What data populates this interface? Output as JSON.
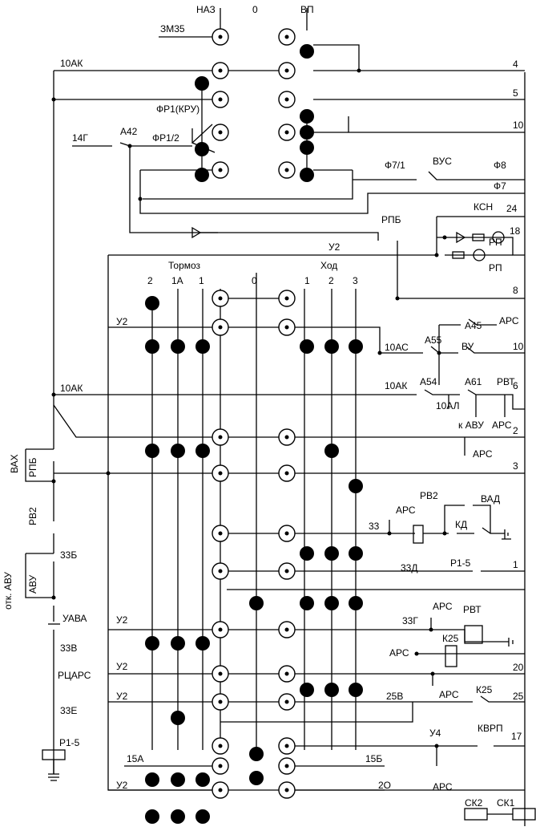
{
  "controller_top": {
    "positions": [
      "НАЗ",
      "0",
      "ВП"
    ]
  },
  "controller_bottom": {
    "groups": [
      "Тормоз",
      "Ход"
    ],
    "positions": [
      "2",
      "1А",
      "1",
      "0",
      "1",
      "2",
      "3"
    ]
  },
  "right_bus_labels": [
    "4",
    "5",
    "10",
    "Ф8",
    "Ф7",
    "24",
    "18",
    "8",
    "10",
    "6",
    "2",
    "3",
    "33",
    "1",
    "20",
    "25",
    "17"
  ],
  "left_chain_labels": [
    "ВАХ",
    "РПБ",
    "РВ2",
    "33Б",
    "отк. АВУ",
    "АВУ",
    "УАВА",
    "33В",
    "РЦАРС",
    "33Е",
    "Р1-5"
  ],
  "labels": {
    "zm35": "ЗМ35",
    "ak10_top": "10АК",
    "g14": "14Г",
    "a42": "А42",
    "fr1kru": "ФР1(КРУ)",
    "fr12": "ФР1/2",
    "f71": "Ф7/1",
    "vus": "ВУС",
    "ksn": "КСН",
    "rp1": "РП",
    "rp2": "РП",
    "rpb_top": "РПБ",
    "u2_top": "У2",
    "u2_a": "У2",
    "ac10": "10АС",
    "a55": "А55",
    "a45": "А45",
    "ars1": "АРС",
    "vu": "ВУ",
    "ak10_mid": "10АК",
    "ak10_b": "10АК",
    "a54": "А54",
    "al10": "10АЛ",
    "a61": "А61",
    "rvt_top": "РВТ",
    "k_avu": "к АВУ",
    "ars2": "АРС",
    "ars3": "АРС",
    "ars4": "АРС",
    "rv2": "РВ2",
    "vad": "ВАД",
    "kd": "КД",
    "d33": "33Д",
    "r15": "Р1-5",
    "u2_b": "У2",
    "g33": "33Г",
    "ars5": "АРС",
    "rvt": "РВТ",
    "ars6": "АРС",
    "k25_a": "К25",
    "u2_c": "У2",
    "ars7": "АРС",
    "k25_b": "К25",
    "u2_d": "У2",
    "v25": "25В",
    "u4": "У4",
    "kvrp": "КВРП",
    "ars8": "АРС",
    "a15": "15А",
    "b15": "15Б",
    "u2_e": "У2",
    "o20": "2О",
    "sk2": "СК2",
    "sk1": "СК1"
  }
}
